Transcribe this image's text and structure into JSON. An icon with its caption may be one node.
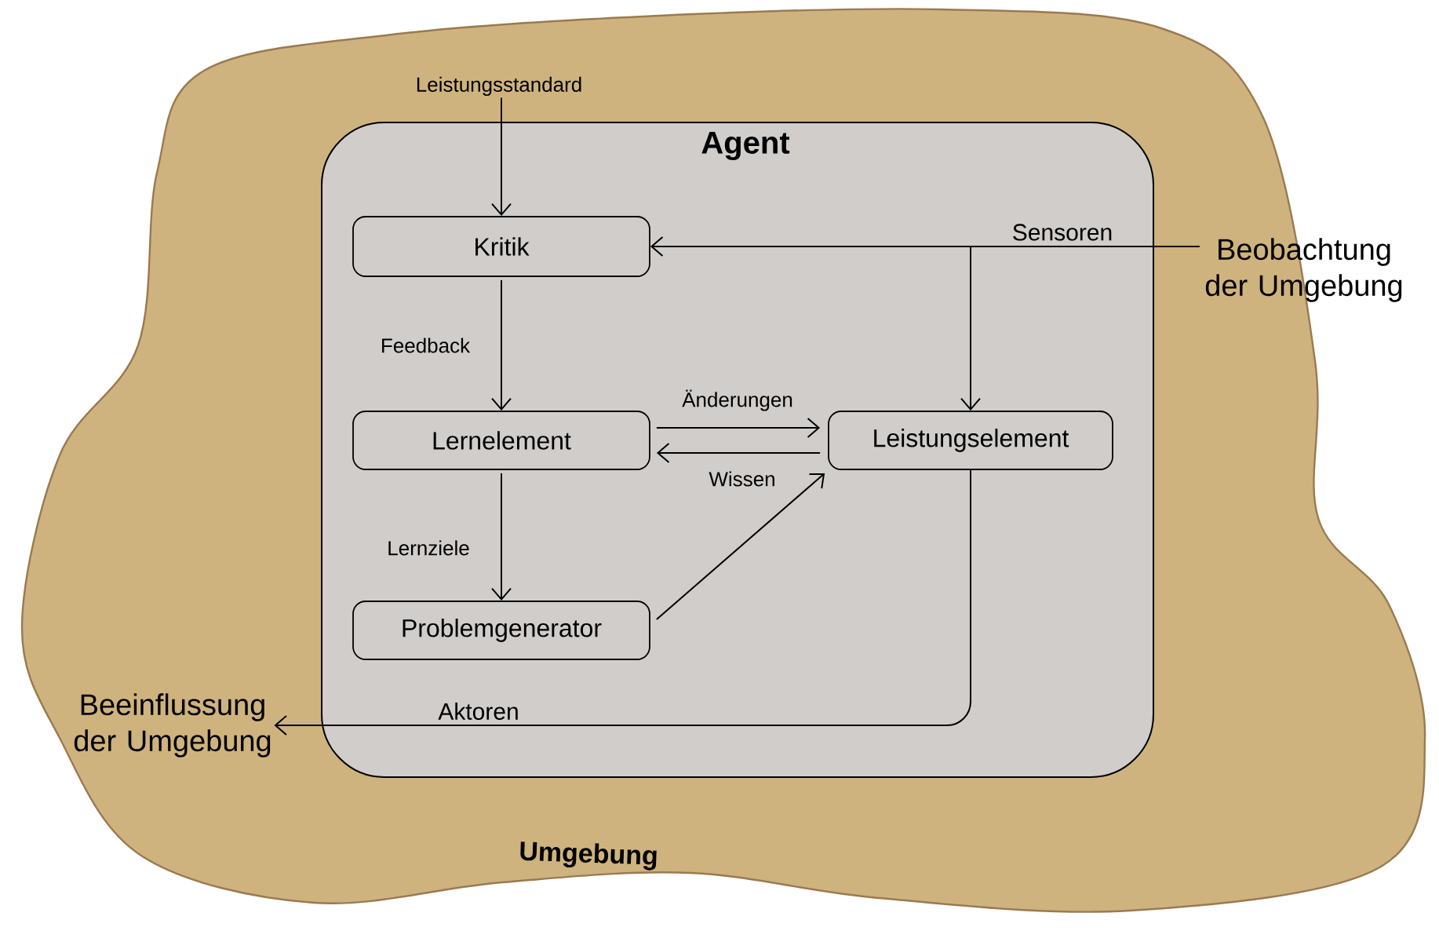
{
  "diagram": {
    "nodes": [
      {
        "text": [
          "Umgebung"
        ]
      },
      {
        "text": [
          "Agent"
        ],
        "in": 0
      },
      {
        "text": [
          "Leistungsstandard"
        ],
        "in": 0
      },
      {
        "text": [
          "Kritik"
        ],
        "in": 1
      },
      {
        "text": [
          "Lernelement"
        ],
        "in": 1
      },
      {
        "text": [
          "Leistungselement"
        ],
        "in": 1
      },
      {
        "text": [
          "Problemgenerator"
        ],
        "in": 1
      },
      {
        "text": [
          "Beobachtung der Umgebung"
        ],
        "in": 0
      },
      {
        "text": [
          "Beeinflussung der Umgebung"
        ],
        "in": 0
      }
    ],
    "edges": [
      {
        "from": 2,
        "to": 3,
        "arrow": "to"
      },
      {
        "from": 7,
        "to": 3,
        "arrow": "to",
        "label": "Sensoren"
      },
      {
        "from": 7,
        "to": 5,
        "arrow": "to"
      },
      {
        "from": 3,
        "to": 4,
        "arrow": "to",
        "label": "Feedback"
      },
      {
        "from": 4,
        "to": 5,
        "arrow": "to",
        "label": "Änderungen"
      },
      {
        "from": 5,
        "to": 4,
        "arrow": "to",
        "label": "Wissen"
      },
      {
        "from": 4,
        "to": 6,
        "arrow": "to",
        "label": "Lernziele"
      },
      {
        "from": 6,
        "to": 5,
        "arrow": "to"
      },
      {
        "from": 5,
        "to": 8,
        "arrow": "to",
        "label": "Aktoren"
      }
    ]
  }
}
